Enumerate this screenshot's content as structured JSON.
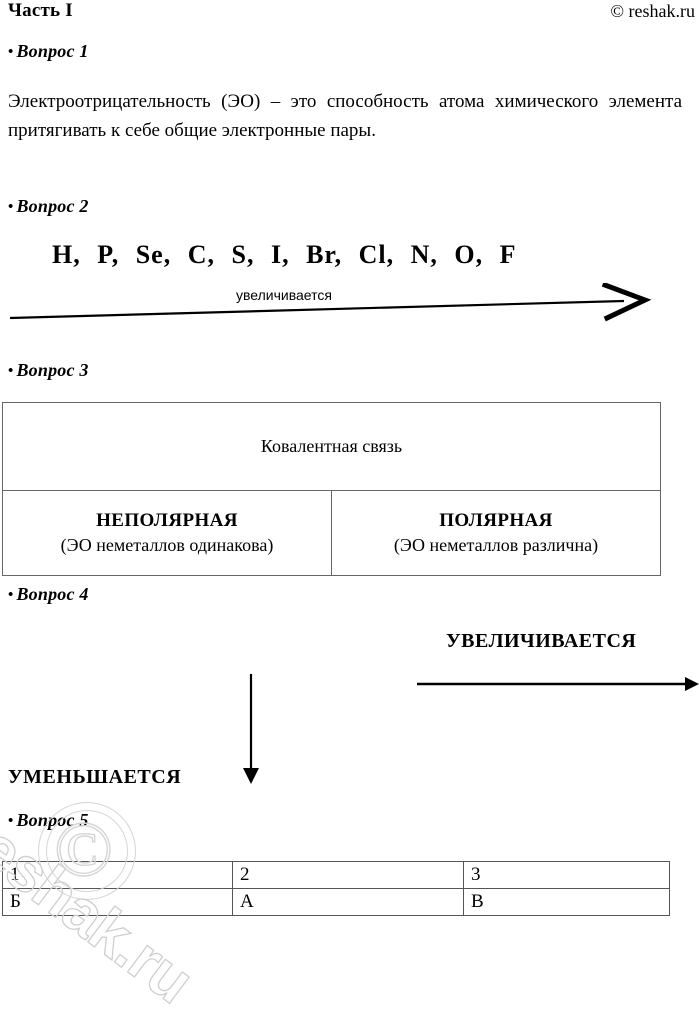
{
  "header": {
    "title": "Часть I",
    "copyright": "© reshak.ru"
  },
  "questions": {
    "q1": {
      "label": "Вопрос 1",
      "bullet": "•",
      "answer": "Электроотрицательность (ЭО) – это способность атома химического элемента притягивать к себе общие электронные пары."
    },
    "q2": {
      "label": "Вопрос 2",
      "bullet": "•",
      "elements": "H, P, Se, C, S, I, Br, Cl, N, O, F",
      "trend_caption": "увеличивается"
    },
    "q3": {
      "label": "Вопрос 3",
      "bullet": "•",
      "table": {
        "header": "Ковалентная связь",
        "types": [
          {
            "name": "НЕПОЛЯРНАЯ",
            "note": "(ЭО неметаллов одинакова)"
          },
          {
            "name": "ПОЛЯРНАЯ",
            "note": "(ЭО неметаллов различна)"
          }
        ]
      }
    },
    "q4": {
      "label": "Вопрос 4",
      "bullet": "•",
      "increase_label": "УВЕЛИЧИВАЕТСЯ",
      "decrease_label": "УМЕНЬШАЕТСЯ"
    },
    "q5": {
      "label": "Вопрос 5",
      "bullet": "•",
      "table": {
        "headers": [
          "1",
          "2",
          "3"
        ],
        "answers": [
          "Б",
          "А",
          "В"
        ]
      }
    }
  },
  "watermark": {
    "text": "reshak.ru",
    "symbol": "©"
  },
  "colors": {
    "text": "#000000",
    "table_border": "#666666",
    "watermark": "#d5d5d5",
    "background": "#ffffff"
  }
}
